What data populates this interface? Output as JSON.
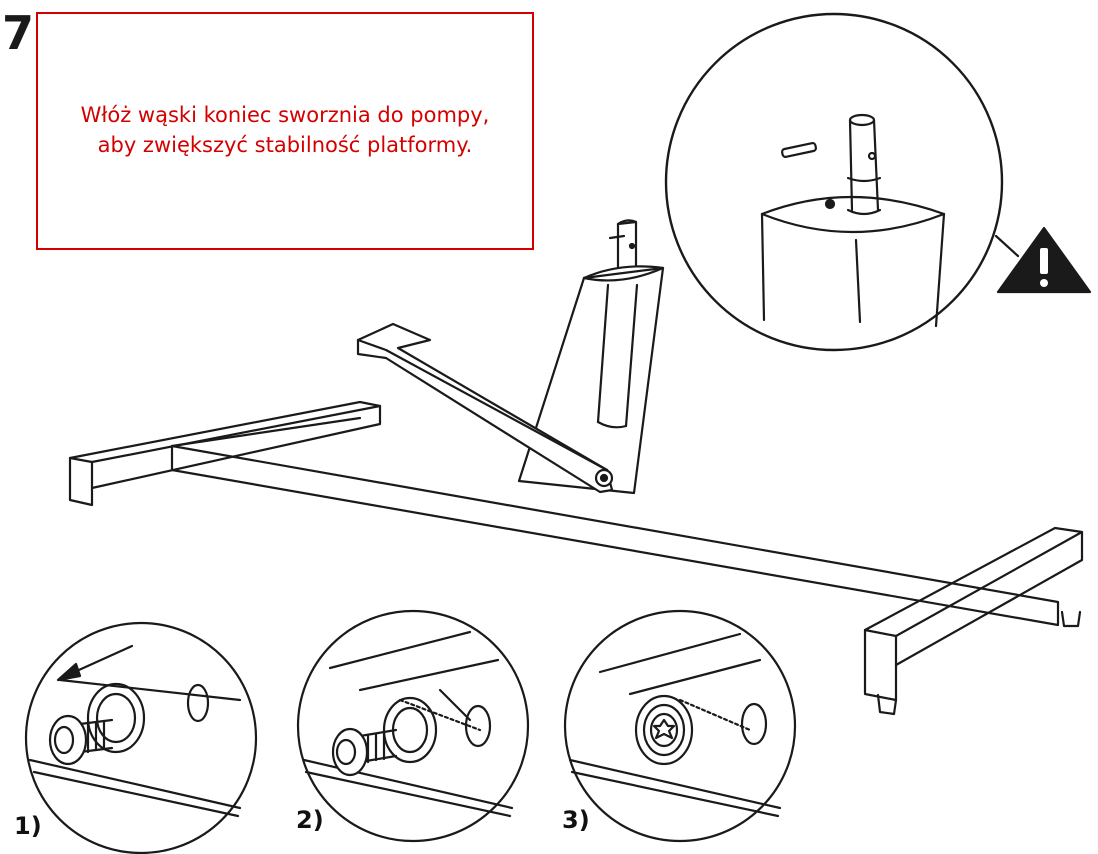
{
  "step": {
    "number": "7."
  },
  "note": {
    "line1": "Włóż wąski koniec sworznia do pompy,",
    "line2": "aby zwiększyć stabilność platformy."
  },
  "detail_steps": [
    {
      "label": "1)"
    },
    {
      "label": "2)"
    },
    {
      "label": "3)"
    }
  ],
  "colors": {
    "accent": "#d40000",
    "line": "#1a1a1a",
    "background": "#ffffff"
  },
  "icons": {
    "warning": "warning-triangle-icon"
  }
}
